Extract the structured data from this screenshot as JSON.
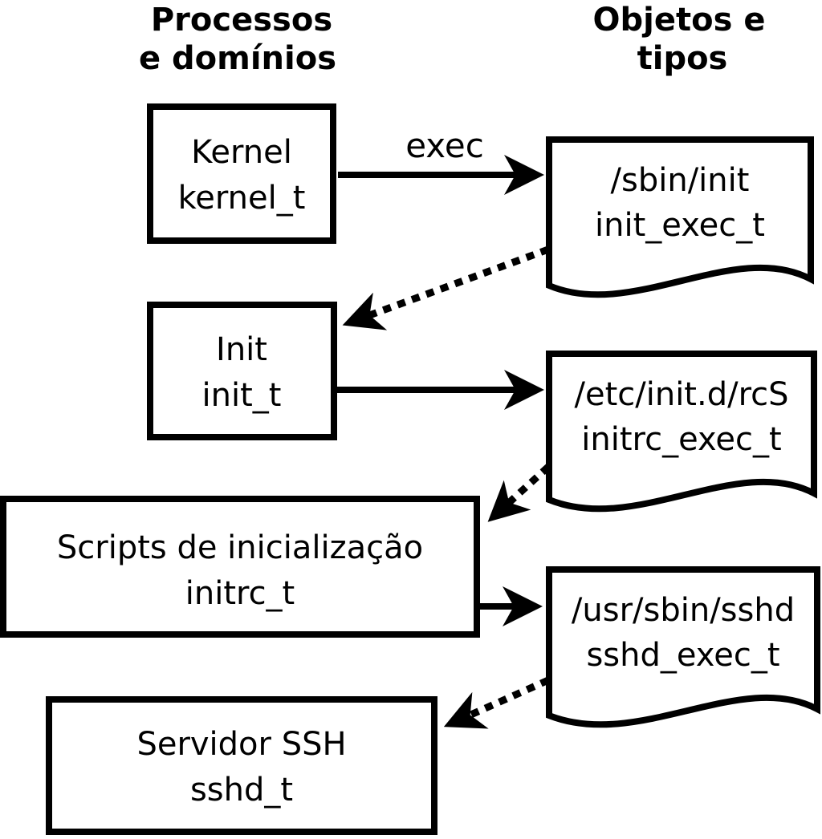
{
  "title_columns": {
    "left": {
      "line1": "Processos",
      "line2": "e domínios"
    },
    "right": {
      "line1": "Objetos e",
      "line2": "tipos"
    }
  },
  "processes": [
    {
      "name": "Kernel",
      "domain": "kernel_t"
    },
    {
      "name": "Init",
      "domain": "init_t"
    },
    {
      "name": "Scripts de inicialização",
      "domain": "initrc_t"
    },
    {
      "name": "Servidor SSH",
      "domain": "sshd_t"
    }
  ],
  "objects": [
    {
      "path": "/sbin/init",
      "type": "init_exec_t"
    },
    {
      "path": "/etc/init.d/rcS",
      "type": "initrc_exec_t"
    },
    {
      "path": "/usr/sbin/sshd",
      "type": "sshd_exec_t"
    }
  ],
  "edges": [
    {
      "from": "Kernel",
      "to": "/sbin/init",
      "style": "solid",
      "label": "exec"
    },
    {
      "from": "/sbin/init",
      "to": "Init",
      "style": "dotted",
      "label": ""
    },
    {
      "from": "Init",
      "to": "/etc/init.d/rcS",
      "style": "solid",
      "label": ""
    },
    {
      "from": "/etc/init.d/rcS",
      "to": "Scripts de inicialização",
      "style": "dotted",
      "label": ""
    },
    {
      "from": "Scripts de inicialização",
      "to": "/usr/sbin/sshd",
      "style": "solid",
      "label": ""
    },
    {
      "from": "/usr/sbin/sshd",
      "to": "Servidor SSH",
      "style": "dotted",
      "label": ""
    }
  ],
  "colors": {
    "ink": "#000000",
    "background": "#ffffff"
  }
}
